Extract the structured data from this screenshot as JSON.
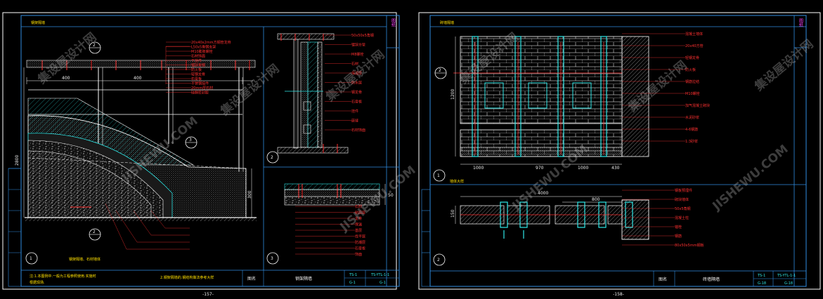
{
  "left_sheet": {
    "title": "钢架隔墙",
    "corner_stamp": "图纸",
    "view1_caption": "钢架隔墙、石材墙体",
    "view1_number": "1",
    "view2_number": "2",
    "view3_number": "3",
    "dims_top": [
      "400",
      "400"
    ],
    "dim_side": "300",
    "dim_height": "2800",
    "notes_line1": "注:1.本图例中.一般为工程参照使用.实施时",
    "notes_line2": "根据现场.",
    "notes_line3": "2.钢架隔墙的.钢结构做法参考大样",
    "title_block_label": "图名",
    "title_block_name": "钢架隔墙",
    "tb_code1": "TS-YTL-1-1",
    "tb_code2": "G-1",
    "page_number": "-157-",
    "callouts_v1": [
      "20x40x2mm方钢管龙骨",
      "L50x5角钢支架",
      "M10膨胀螺栓",
      "石材饰面",
      "干挂件",
      "镀锌角钢",
      "防火板",
      "轻钢龙骨",
      "石膏板",
      "不锈钢挂件",
      "20mm厚石材",
      "硅酮密封胶"
    ],
    "callouts_v2": [
      "50x50x5角钢",
      "镀锌方管",
      "M8螺栓",
      "石材",
      "保温层",
      "防水层",
      "钢龙骨",
      "石膏板",
      "挂件",
      "嵌缝",
      "石材饰面"
    ],
    "callouts_v3": [
      "石材",
      "粘结层",
      "龙骨",
      "保温",
      "基层",
      "找平层",
      "防潮层",
      "石膏板",
      "饰面"
    ]
  },
  "right_sheet": {
    "title": "砖墙隔墙",
    "corner_stamp": "图纸",
    "view1_number": "1",
    "view2_number": "2",
    "view2_title": "墙体大样",
    "dims_bottom": [
      "1000",
      "970",
      "1000",
      "430"
    ],
    "dim_top_v2": "4000",
    "dim_mid_v2": "800",
    "dim_side_v1": "1200",
    "dim_side_v2": "150",
    "title_block_label": "图名",
    "title_block_name": "砖墙隔墙",
    "tb_code1": "TS-YTL-1-1",
    "tb_code2": "G-18",
    "page_number": "-158-",
    "callouts_v1": [
      "混凝土墙体",
      "20x40方管",
      "轻钢龙骨",
      "防火板",
      "钢筋拉结",
      "M10螺栓",
      "加气混凝土砌块",
      "水泥砂浆",
      "4-6钢筋",
      "1:3砂浆"
    ],
    "callouts_v2": [
      "钢板预埋件",
      "砌块墙体",
      "50x5角钢",
      "混凝土柱",
      "锚栓",
      "钢筋",
      "80x50x5mm钢板"
    ]
  },
  "watermarks": [
    "集设屋设计网",
    "JISHEWU.COM"
  ],
  "colors": {
    "frame": "#2f8ce0",
    "cyan": "#30e8e8",
    "red": "#ff3030",
    "white": "#f0f0f0",
    "yellow": "#ffe000",
    "magenta": "#ff40ff"
  }
}
